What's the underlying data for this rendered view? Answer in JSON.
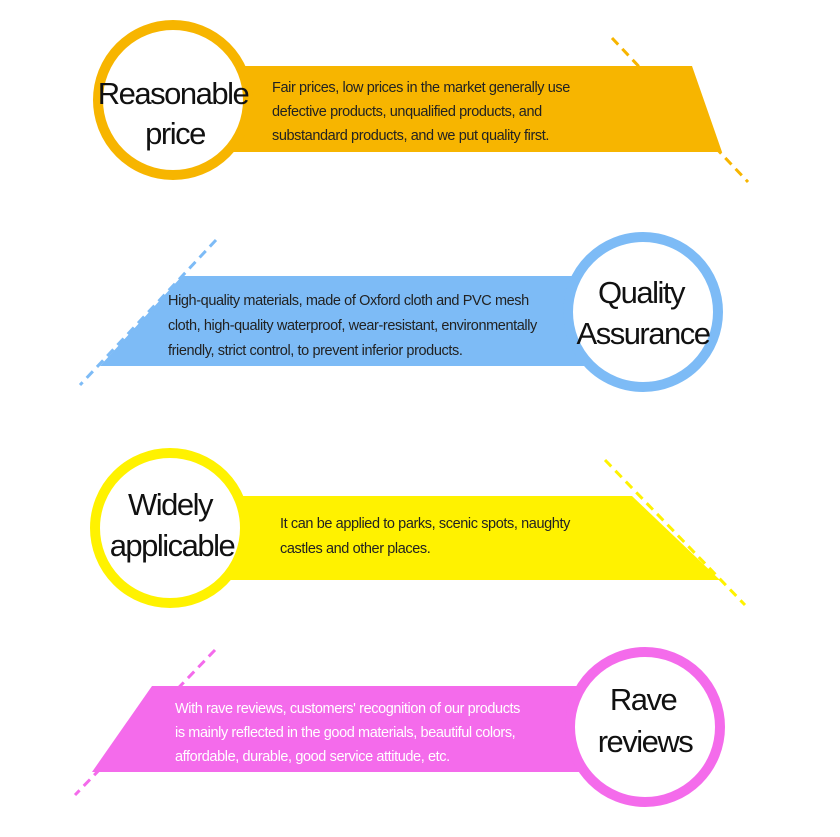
{
  "colors": {
    "orange": "#F7B500",
    "blue": "#7DBBF6",
    "yellow": "#FFF200",
    "magenta": "#F46BEB"
  },
  "sections": [
    {
      "title_lines": [
        "Reasonable",
        "price"
      ],
      "text_lines": [
        "Fair prices, low prices in the market generally use",
        "defective products, unqualified products, and",
        "substandard products, and we put quality first."
      ]
    },
    {
      "title_lines": [
        "Quality",
        "Assurance"
      ],
      "text_lines": [
        "High-quality materials, made of Oxford cloth and PVC mesh",
        "cloth, high-quality waterproof, wear-resistant, environmentally",
        "friendly, strict control, to prevent inferior products."
      ]
    },
    {
      "title_lines": [
        "Widely",
        "applicable"
      ],
      "text_lines": [
        "It can be applied to parks, scenic spots, naughty",
        "castles and other places."
      ]
    },
    {
      "title_lines": [
        "Rave",
        "reviews"
      ],
      "text_lines": [
        "With rave reviews, customers' recognition of our products",
        "is mainly reflected in the good materials, beautiful colors,",
        "affordable, durable, good service attitude, etc."
      ]
    }
  ]
}
